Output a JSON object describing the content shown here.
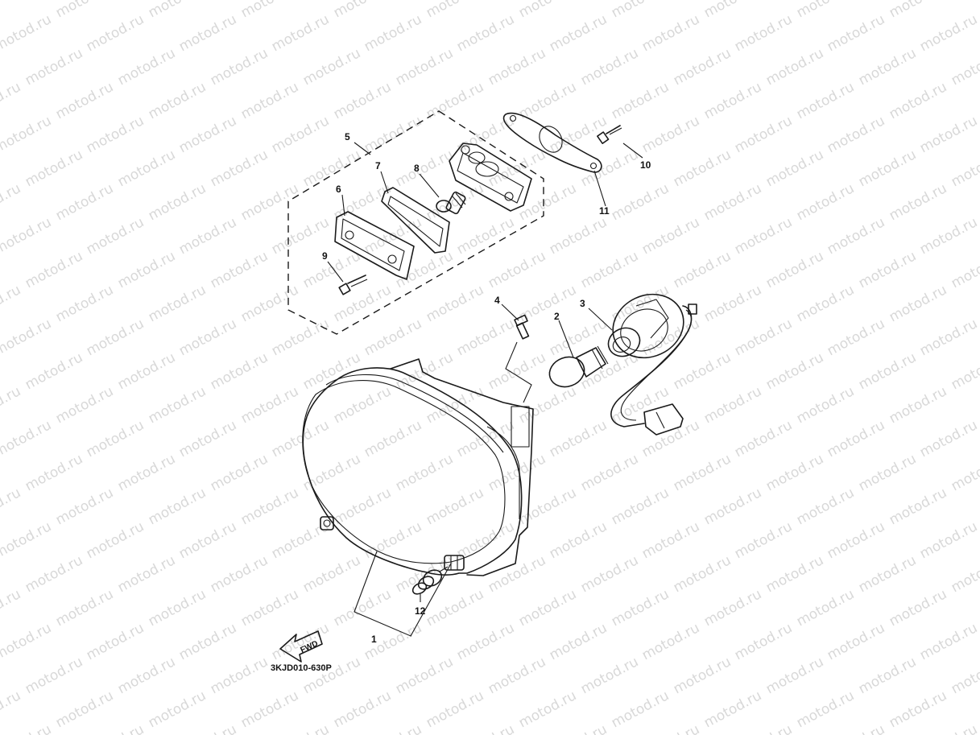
{
  "watermark": "motod.ru",
  "diagram_code": "3KJD010-630P",
  "fwd_label": "FWD",
  "callouts": {
    "c1": "1",
    "c2": "2",
    "c3": "3",
    "c4": "4",
    "c5": "5",
    "c6": "6",
    "c7": "7",
    "c8": "8",
    "c9": "9",
    "c10": "10",
    "c11": "11",
    "c12": "12"
  },
  "colors": {
    "line": "#1a1a1a",
    "watermark": "#b9b9b9",
    "background": "#ffffff"
  }
}
